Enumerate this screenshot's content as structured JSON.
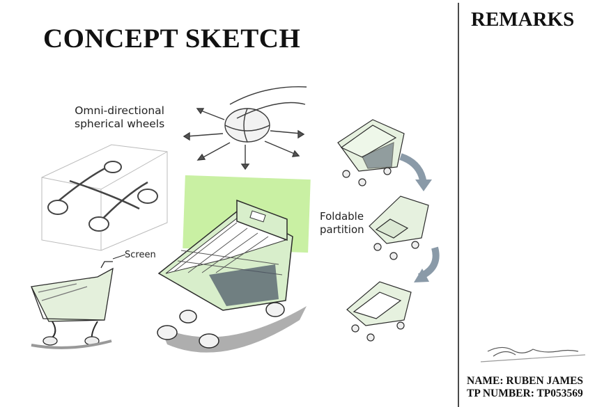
{
  "page": {
    "title": "CONCEPT SKETCH",
    "remarks_heading": "REMARKS",
    "name_line": "NAME: RUBEN JAMES",
    "tp_line": "TP NUMBER: TP053569"
  },
  "annotations": {
    "omni_line1": "Omni-directional",
    "omni_line2": "spherical wheels",
    "foldable_line1": "Foldable",
    "foldable_line2": "partition",
    "screen": "Screen"
  },
  "colors": {
    "accent_green": "#d8eecb",
    "bright_green": "#c9f0a3",
    "sketch_line": "#2a2a2a",
    "arrow_gray": "#8a9aa8",
    "shadow_gray": "#4e5a68"
  }
}
